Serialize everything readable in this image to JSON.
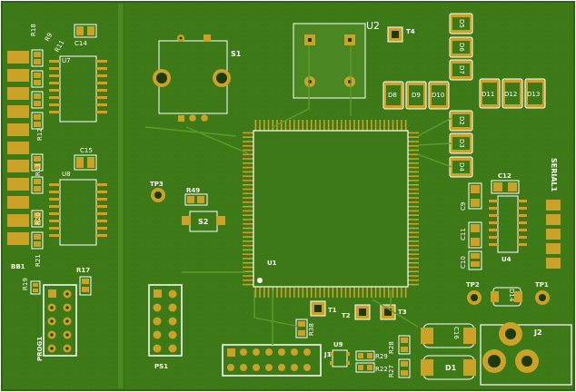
{
  "board": {
    "colors": {
      "substrate": "#3f7a1a",
      "copper_pour": "#4a8722",
      "trace": "#5d9c2c",
      "pad_gold": "#c9a227",
      "pad_gold_dark": "#9c7a12",
      "silk": "#ffffff",
      "hole": "#1e3a08"
    },
    "labels": {
      "r18": "R18",
      "r9": "R9",
      "r11": "R11",
      "c14": "C14",
      "u7": "U7",
      "r12": "R12",
      "c15": "C15",
      "r13": "R13",
      "u8": "U8",
      "r20": "R20",
      "r21": "R21",
      "bb1": "BB1",
      "r17": "R17",
      "r19": "R19",
      "prog1": "PROG1",
      "s1": "S1",
      "u2": "U2",
      "t4": "T4",
      "tp3": "TP3",
      "r49": "R49",
      "s2": "S2",
      "u1": "U1",
      "ps1": "PS1",
      "r38": "R38",
      "u9": "U9",
      "j1": "J1",
      "t1": "T1",
      "t2": "T2",
      "t3": "T3",
      "r29": "R29",
      "r22": "R22",
      "r28": "R28",
      "r27": "R27",
      "d5": "D5",
      "d6": "D6",
      "d7": "D7",
      "d8": "D8",
      "d9": "D9",
      "d10": "D10",
      "d11": "D11",
      "d12": "D12",
      "d13": "D13",
      "d2": "D2",
      "d3": "D3",
      "d4": "D4",
      "c12": "C12",
      "c9": "C9",
      "c11": "C11",
      "c10": "C10",
      "u4": "U4",
      "serial1": "SERIAL1",
      "tp2": "TP2",
      "tp1": "TP1",
      "d14": "D14",
      "c16": "C16",
      "d1": "D1",
      "j2": "J2"
    }
  }
}
